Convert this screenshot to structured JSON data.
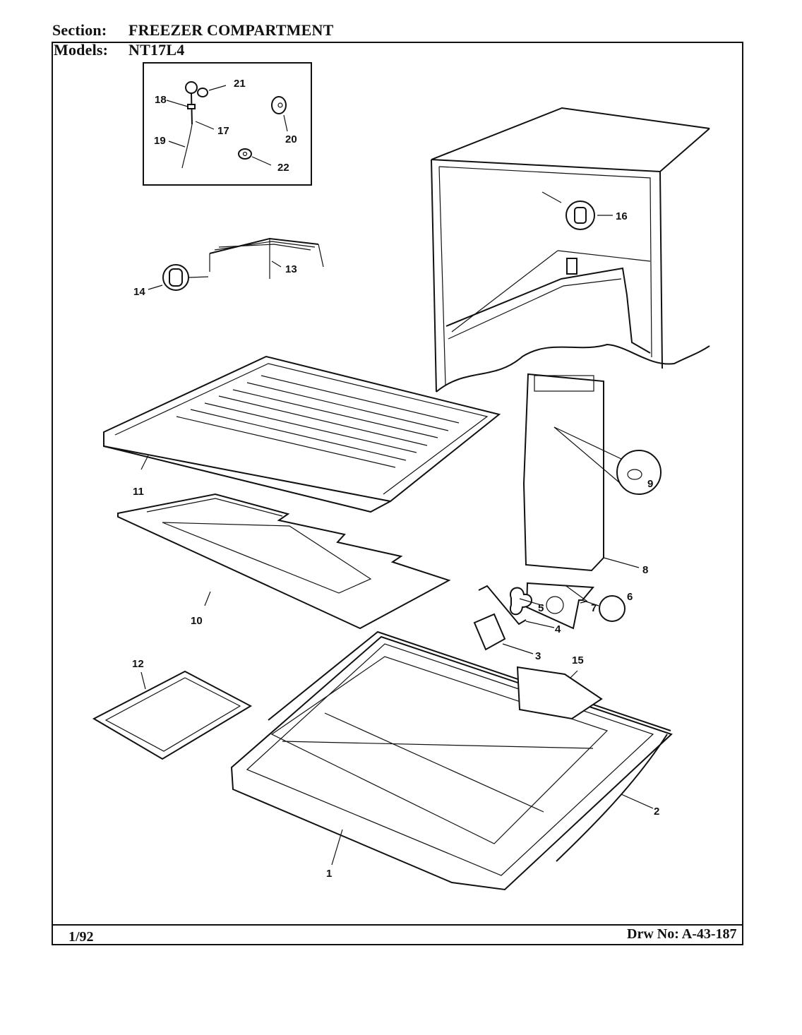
{
  "header": {
    "section_label": "Section:",
    "section_value": "FREEZER COMPARTMENT",
    "models_label": "Models:",
    "models_value": "NT17L4"
  },
  "footer": {
    "date": "1/92",
    "drawing_number": "Drw No: A-43-187"
  },
  "callouts": {
    "c1": "1",
    "c2": "2",
    "c3": "3",
    "c4": "4",
    "c5": "5",
    "c6": "6",
    "c7": "7",
    "c8": "8",
    "c9": "9",
    "c10": "10",
    "c11": "11",
    "c12": "12",
    "c13": "13",
    "c14": "14",
    "c15": "15",
    "c16": "16",
    "c17": "17",
    "c18": "18",
    "c19": "19",
    "c20": "20",
    "c21": "21",
    "c22": "22"
  }
}
